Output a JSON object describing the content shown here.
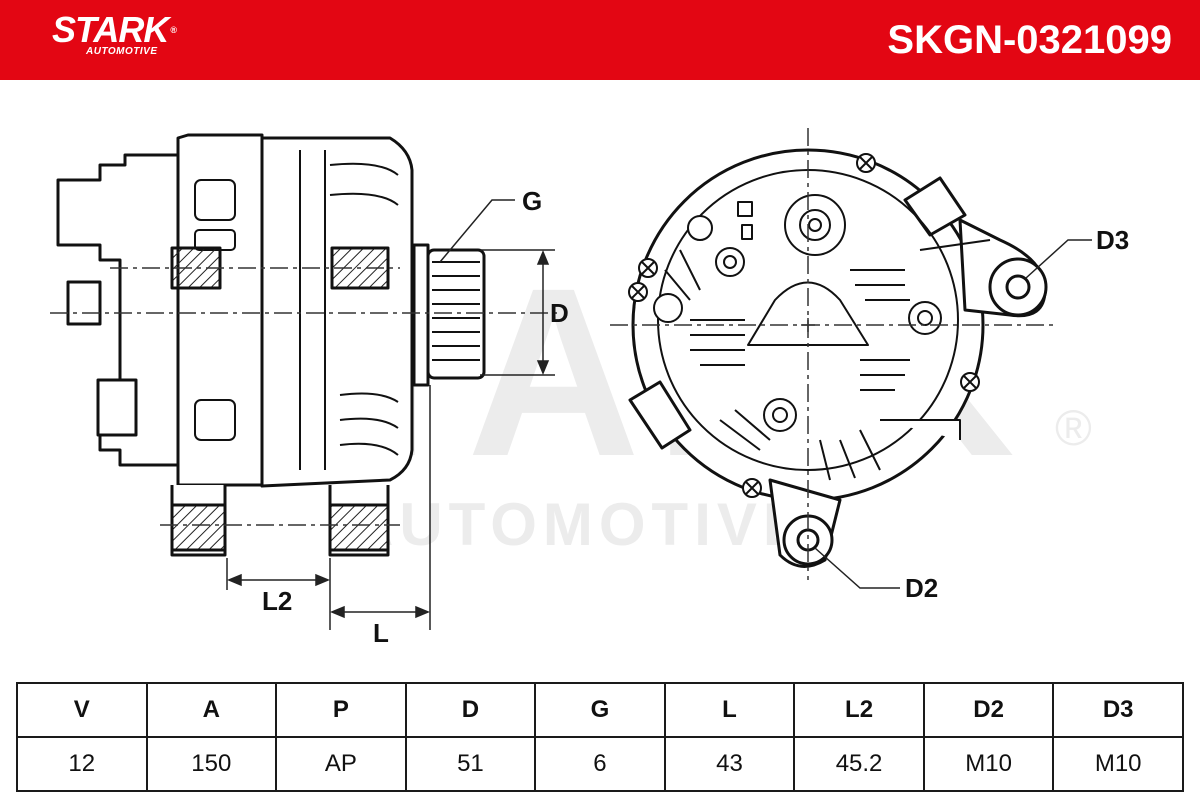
{
  "header": {
    "brand_name": "STARK",
    "brand_sub": "AUTOMOTIVE",
    "registered_mark": "®",
    "part_number": "SKGN-0321099",
    "accent_color": "#e30613"
  },
  "drawing": {
    "labels": {
      "g": "G",
      "d": "D",
      "l2": "L2",
      "l": "L",
      "d2": "D2",
      "d3": "D3"
    },
    "watermark": {
      "main": "STARK",
      "sub": "AUTOMOTIVE",
      "mark": "®"
    }
  },
  "specs": {
    "headers": [
      "V",
      "A",
      "P",
      "D",
      "G",
      "L",
      "L2",
      "D2",
      "D3"
    ],
    "values": [
      "12",
      "150",
      "AP",
      "51",
      "6",
      "43",
      "45.2",
      "M10",
      "M10"
    ]
  }
}
